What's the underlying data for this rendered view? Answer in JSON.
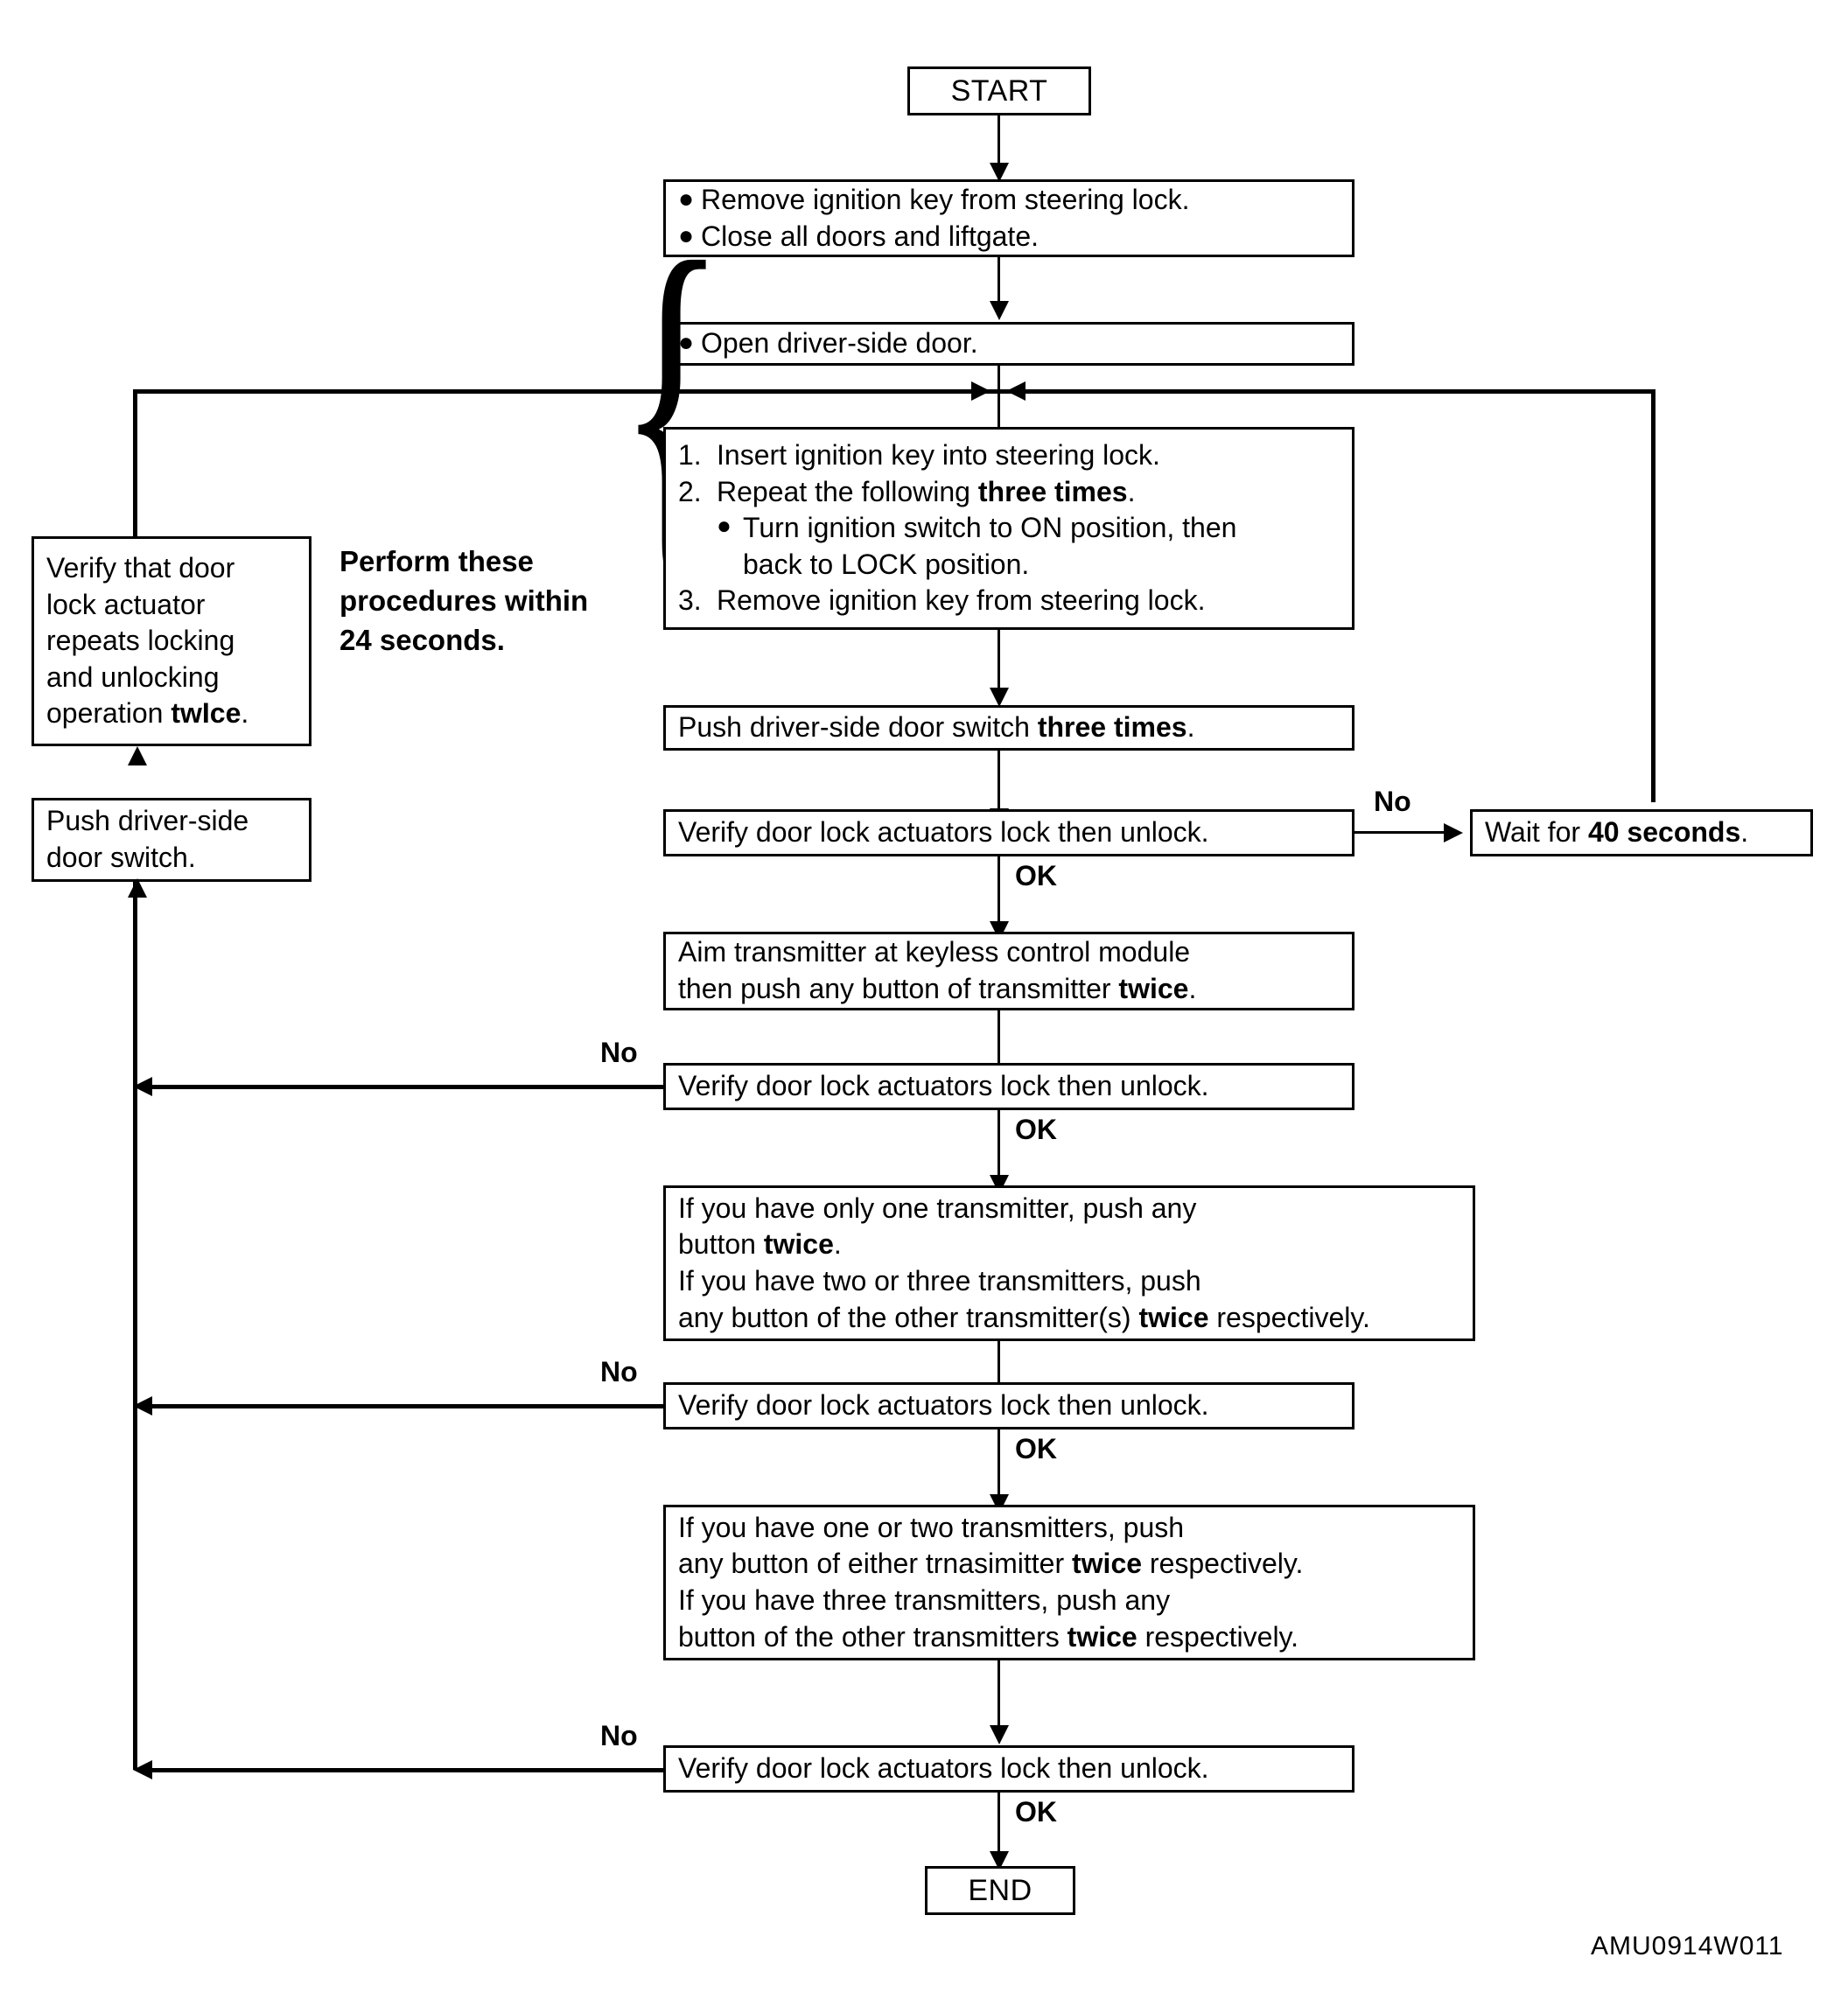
{
  "diagram": {
    "code": "AMU0914W011",
    "nodes": {
      "start": "START",
      "end": "END",
      "step_remove_key": "Remove ignition key from steering lock.",
      "step_close_doors": "Close all doors and liftgate.",
      "step_open_door": "Open driver-side door.",
      "proc_1_num": "1.",
      "proc_1_text": "Insert ignition key into steering lock.",
      "proc_2_num": "2.",
      "proc_2_text_a": "Repeat the following ",
      "proc_2_bold": "three times",
      "proc_2_text_b": ".",
      "proc_2_sub_a": "Turn ignition switch to ON position, then",
      "proc_2_sub_b": "back to LOCK position.",
      "proc_3_num": "3.",
      "proc_3_text": "Remove ignition key from steering lock.",
      "push_switch_three_a": "Push driver-side door switch ",
      "push_switch_three_bold": "three times",
      "push_switch_three_b": ".",
      "verify_1": "Verify door lock actuators lock then unlock.",
      "verify_2": "Verify door lock actuators lock then unlock.",
      "verify_3": "Verify door lock actuators lock then unlock.",
      "verify_4": "Verify door lock actuators lock then unlock.",
      "wait_a": "Wait for ",
      "wait_bold": "40 seconds",
      "wait_b": ".",
      "aim_line1": "Aim transmitter at keyless control module",
      "aim_line2_a": "then push any button of transmitter ",
      "aim_line2_bold": "twice",
      "aim_line2_b": ".",
      "trans_a_line1": "If you have only one transmitter, push any",
      "trans_a_line2_a": "button ",
      "trans_a_line2_bold": "twice",
      "trans_a_line2_b": ".",
      "trans_a_line3": "If you have two or three transmitters, push",
      "trans_a_line4_a": "any button of the other transmitter(s) ",
      "trans_a_line4_bold": "twice",
      "trans_a_line4_b": " respectively.",
      "trans_b_line1": "If you have one or two transmitters, push",
      "trans_b_line2_a": "any button of either trnasimitter ",
      "trans_b_line2_bold": "twice",
      "trans_b_line2_b": " respectively.",
      "trans_b_line3": "If you have three transmitters, push any",
      "trans_b_line4_a": "button of the other transmitters ",
      "trans_b_line4_bold": "twice",
      "trans_b_line4_b": " respectively.",
      "verify_actuator_line1": "Verify that door",
      "verify_actuator_line2": "lock actuator",
      "verify_actuator_line3": "repeats locking",
      "verify_actuator_line4": "and unlocking",
      "verify_actuator_line5_a": "operation ",
      "verify_actuator_line5_bold": "twIce",
      "verify_actuator_line5_b": ".",
      "push_switch_line1": "Push driver-side",
      "push_switch_line2": "door switch."
    },
    "annotations": {
      "perform_note": "Perform these\nprocedures within\n24 seconds.",
      "no_1": "No",
      "no_2": "No",
      "no_3": "No",
      "no_4": "No",
      "ok_1": "OK",
      "ok_2": "OK",
      "ok_3": "OK",
      "ok_4": "OK"
    },
    "colors": {
      "ink": "#000000",
      "paper": "#ffffff"
    }
  }
}
